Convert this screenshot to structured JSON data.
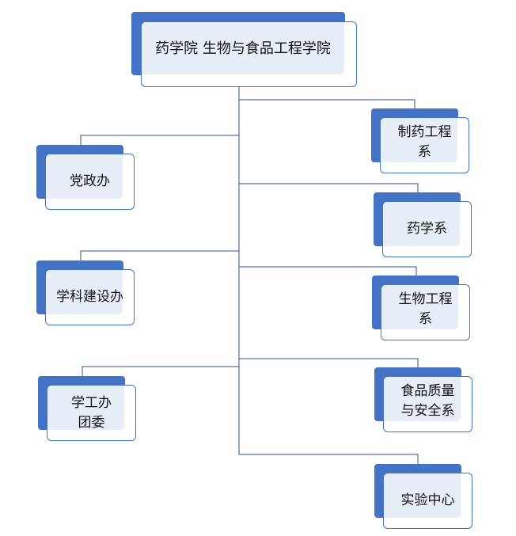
{
  "colors": {
    "accent": "#4472C4",
    "card_fill": "#E8EEF8",
    "line": "#2F4F7F"
  },
  "org": {
    "root": "药学院 生物与食品工程学院",
    "left_units": [
      "党政办",
      "学科建设办",
      "学工办\n团委"
    ],
    "right_units": [
      "制药工程\n系",
      "药学系",
      "生物工程\n系",
      "食品质量\n与安全系",
      "实验中心"
    ]
  }
}
